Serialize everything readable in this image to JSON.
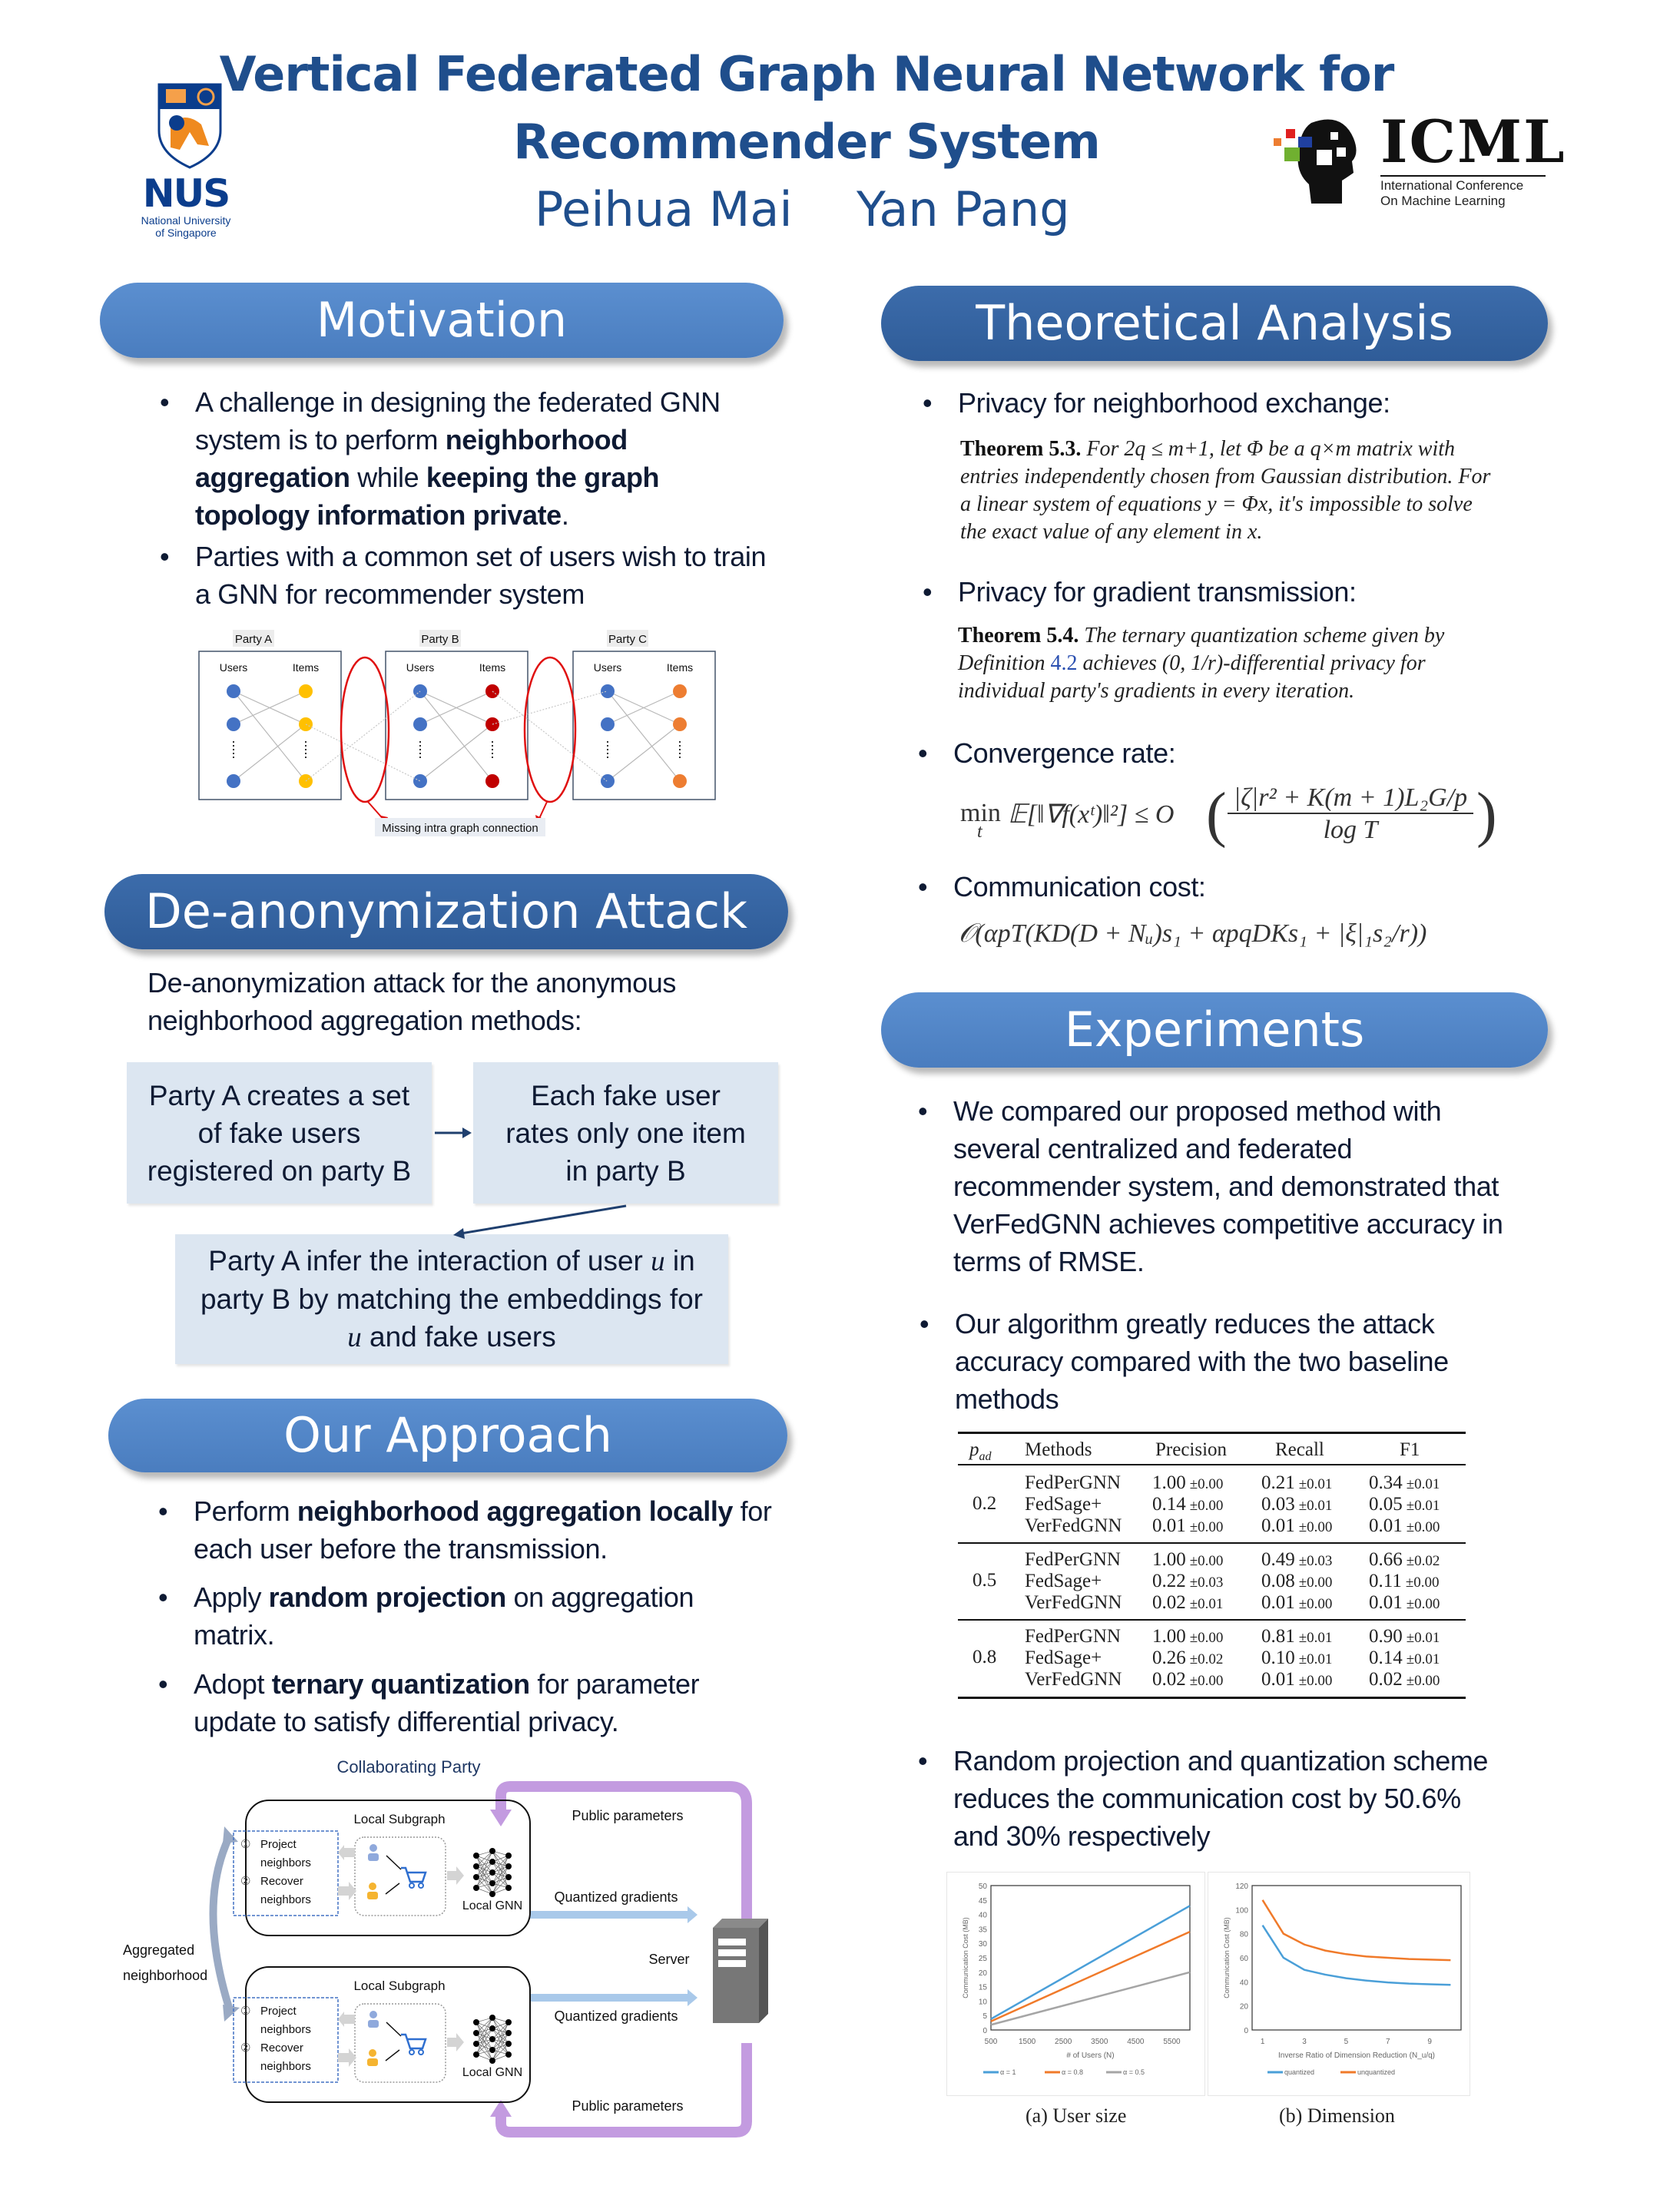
{
  "header": {
    "title_line1": "Vertical Federated Graph Neural Network for",
    "title_line2": "Recommender System",
    "authors": [
      "Peihua Mai",
      "Yan Pang"
    ],
    "nus_logo": {
      "name": "NUS",
      "sub1": "National University",
      "sub2": "of Singapore"
    },
    "icml_logo": {
      "name": "ICML",
      "sub1": "International Conference",
      "sub2": "On Machine Learning"
    }
  },
  "motivation": {
    "heading": "Motivation",
    "bullet1": [
      {
        "t": "A challenge in designing the federated GNN system is to perform ",
        "b": false
      },
      {
        "t": "neighborhood aggregation",
        "b": true
      },
      {
        "t": " while ",
        "b": false
      },
      {
        "t": "keeping the graph topology information private",
        "b": true
      },
      {
        "t": ".",
        "b": false
      }
    ],
    "bullet2": "Parties with a common set of users wish to train a GNN for recommender system",
    "diagram": {
      "parties": [
        "Party A",
        "Party B",
        "Party C"
      ],
      "users_label": "Users",
      "items_label": "Items",
      "missing_label": "Missing intra graph connection",
      "item_colors": [
        "#ffc000",
        "#c00000",
        "#ed7d31"
      ],
      "user_color": "#4472c4"
    }
  },
  "deanon": {
    "heading": "De-anonymization Attack",
    "intro": "De-anonymization attack for the anonymous neighborhood aggregation methods:",
    "box1": "Party A creates a set of fake users registered on party B",
    "box2": "Each fake user rates only one item in party B",
    "box3_parts": [
      "Party A infer the interaction of user ",
      "u",
      " in party B  by matching the embeddings for ",
      "u",
      " and fake users"
    ]
  },
  "approach": {
    "heading": "Our Approach",
    "bullets": [
      [
        {
          "t": "Perform ",
          "b": false
        },
        {
          "t": "neighborhood aggregation locally",
          "b": true
        },
        {
          "t": " for each user before the transmission.",
          "b": false
        }
      ],
      [
        {
          "t": "Apply ",
          "b": false
        },
        {
          "t": "random projection",
          "b": true
        },
        {
          "t": " on aggregation matrix.",
          "b": false
        }
      ],
      [
        {
          "t": "Adopt ",
          "b": false
        },
        {
          "t": "ternary quantization",
          "b": true
        },
        {
          "t": " for parameter update to satisfy differential privacy.",
          "b": false
        }
      ]
    ],
    "diagram": {
      "collab_label": "Collaborating Party",
      "local_subgraph": "Local Subgraph",
      "step1": [
        "①",
        "Project",
        "neighbors"
      ],
      "step2": [
        "②",
        "Recover",
        "neighbors"
      ],
      "local_gnn": "Local GNN",
      "public_params": "Public parameters",
      "quantized": "Quantized gradients",
      "server": "Server",
      "aggregated": [
        "Aggregated",
        "neighborhood"
      ]
    }
  },
  "theory": {
    "heading": "Theoretical Analysis",
    "b1": "Privacy for neighborhood exchange:",
    "thm53_label": "Theorem 5.3.",
    "thm53_text": "For 2q ≤ m+1, let Φ be a q×m matrix with entries independently chosen from Gaussian distribution. For a linear system of equations y = Φx, it's impossible to solve the exact value of any element in x.",
    "b2": "Privacy for gradient transmission:",
    "thm54_label": "Theorem 5.4.",
    "thm54_pre": "The ternary quantization scheme given by Definition ",
    "thm54_ref": "4.2",
    "thm54_post": " achieves (0, 1/r)-differential privacy for individual party's gradients in every iteration.",
    "b3": "Convergence rate:",
    "conv_lhs": "min",
    "conv_sub": "t",
    "conv_mid": "𝔼[‖∇f(xᵗ)‖²] ≤ O",
    "conv_num": "|ζ|r² + K(m + 1)L₂G/p",
    "conv_den": "log T",
    "b4": "Communication cost:",
    "comm_formula": "𝒪(αpT(KD(D + Nᵤ)s₁ + αpqDKs₁ + |ξ|₁s₂/r))"
  },
  "experiments": {
    "heading": "Experiments",
    "b1": "We compared our proposed method with several centralized and federated recommender system, and demonstrated that VerFedGNN achieves competitive accuracy in terms of RMSE.",
    "b2": "Our algorithm greatly reduces the attack accuracy compared with the two baseline methods",
    "b3": "Random projection and quantization scheme reduces the communication cost by 50.6% and 30% respectively",
    "table": {
      "headers": [
        "p_ad",
        "Methods",
        "Precision",
        "Recall",
        "F1"
      ],
      "groups": [
        {
          "p": "0.2",
          "rows": [
            {
              "m": "FedPerGNN",
              "pr": [
                "1.00",
                "±0.00"
              ],
              "re": [
                "0.21",
                "±0.01"
              ],
              "f1": [
                "0.34",
                "±0.01"
              ]
            },
            {
              "m": "FedSage+",
              "pr": [
                "0.14",
                "±0.00"
              ],
              "re": [
                "0.03",
                "±0.01"
              ],
              "f1": [
                "0.05",
                "±0.01"
              ]
            },
            {
              "m": "VerFedGNN",
              "pr": [
                "0.01",
                "±0.00"
              ],
              "re": [
                "0.01",
                "±0.00"
              ],
              "f1": [
                "0.01",
                "±0.00"
              ]
            }
          ]
        },
        {
          "p": "0.5",
          "rows": [
            {
              "m": "FedPerGNN",
              "pr": [
                "1.00",
                "±0.00"
              ],
              "re": [
                "0.49",
                "±0.03"
              ],
              "f1": [
                "0.66",
                "±0.02"
              ]
            },
            {
              "m": "FedSage+",
              "pr": [
                "0.22",
                "±0.03"
              ],
              "re": [
                "0.08",
                "±0.00"
              ],
              "f1": [
                "0.11",
                "±0.00"
              ]
            },
            {
              "m": "VerFedGNN",
              "pr": [
                "0.02",
                "±0.01"
              ],
              "re": [
                "0.01",
                "±0.00"
              ],
              "f1": [
                "0.01",
                "±0.00"
              ]
            }
          ]
        },
        {
          "p": "0.8",
          "rows": [
            {
              "m": "FedPerGNN",
              "pr": [
                "1.00",
                "±0.00"
              ],
              "re": [
                "0.81",
                "±0.01"
              ],
              "f1": [
                "0.90",
                "±0.01"
              ]
            },
            {
              "m": "FedSage+",
              "pr": [
                "0.26",
                "±0.02"
              ],
              "re": [
                "0.10",
                "±0.01"
              ],
              "f1": [
                "0.14",
                "±0.01"
              ]
            },
            {
              "m": "VerFedGNN",
              "pr": [
                "0.02",
                "±0.00"
              ],
              "re": [
                "0.01",
                "±0.00"
              ],
              "f1": [
                "0.02",
                "±0.00"
              ]
            }
          ]
        }
      ]
    },
    "captions": [
      "(a) User size",
      "(b) Dimension"
    ]
  },
  "chart_data": [
    {
      "type": "line",
      "title": "",
      "xlabel": "# of Users (N)",
      "ylabel": "Communication Cost (MB)",
      "x": [
        500,
        6000
      ],
      "xticks": [
        500,
        1500,
        2500,
        3500,
        4500,
        5500
      ],
      "xlim": [
        500,
        6000
      ],
      "ylim": [
        0,
        50
      ],
      "yticks": [
        0,
        5,
        10,
        15,
        20,
        25,
        30,
        35,
        40,
        45,
        50
      ],
      "legend": "bottom",
      "series": [
        {
          "name": "α = 1",
          "color": "#4a9fd8",
          "values": [
            3.8,
            43
          ]
        },
        {
          "name": "α = 0.8",
          "color": "#f07a2a",
          "values": [
            3,
            34
          ]
        },
        {
          "name": "α = 0.5",
          "color": "#a5a5a5",
          "values": [
            1.8,
            20
          ]
        }
      ]
    },
    {
      "type": "line",
      "title": "",
      "xlabel": "Inverse Ratio of Dimension Reduction (N_u/q)",
      "ylabel": "Communication Cost (MB)",
      "x": [
        1,
        2,
        3,
        4,
        5,
        6,
        7,
        8,
        9,
        10
      ],
      "xticks": [
        1,
        3,
        5,
        7,
        9
      ],
      "xlim": [
        0.5,
        10.5
      ],
      "ylim": [
        0,
        120
      ],
      "yticks": [
        0,
        20,
        40,
        60,
        80,
        100,
        120
      ],
      "legend": "bottom",
      "series": [
        {
          "name": "quantized",
          "color": "#4a9fd8",
          "values": [
            87,
            60,
            50,
            46,
            43,
            41,
            39.5,
            38.5,
            38,
            37.5
          ]
        },
        {
          "name": "unquantized",
          "color": "#f07a2a",
          "values": [
            108,
            80,
            71,
            66,
            63,
            61,
            60,
            59,
            58.5,
            58
          ]
        }
      ]
    }
  ]
}
